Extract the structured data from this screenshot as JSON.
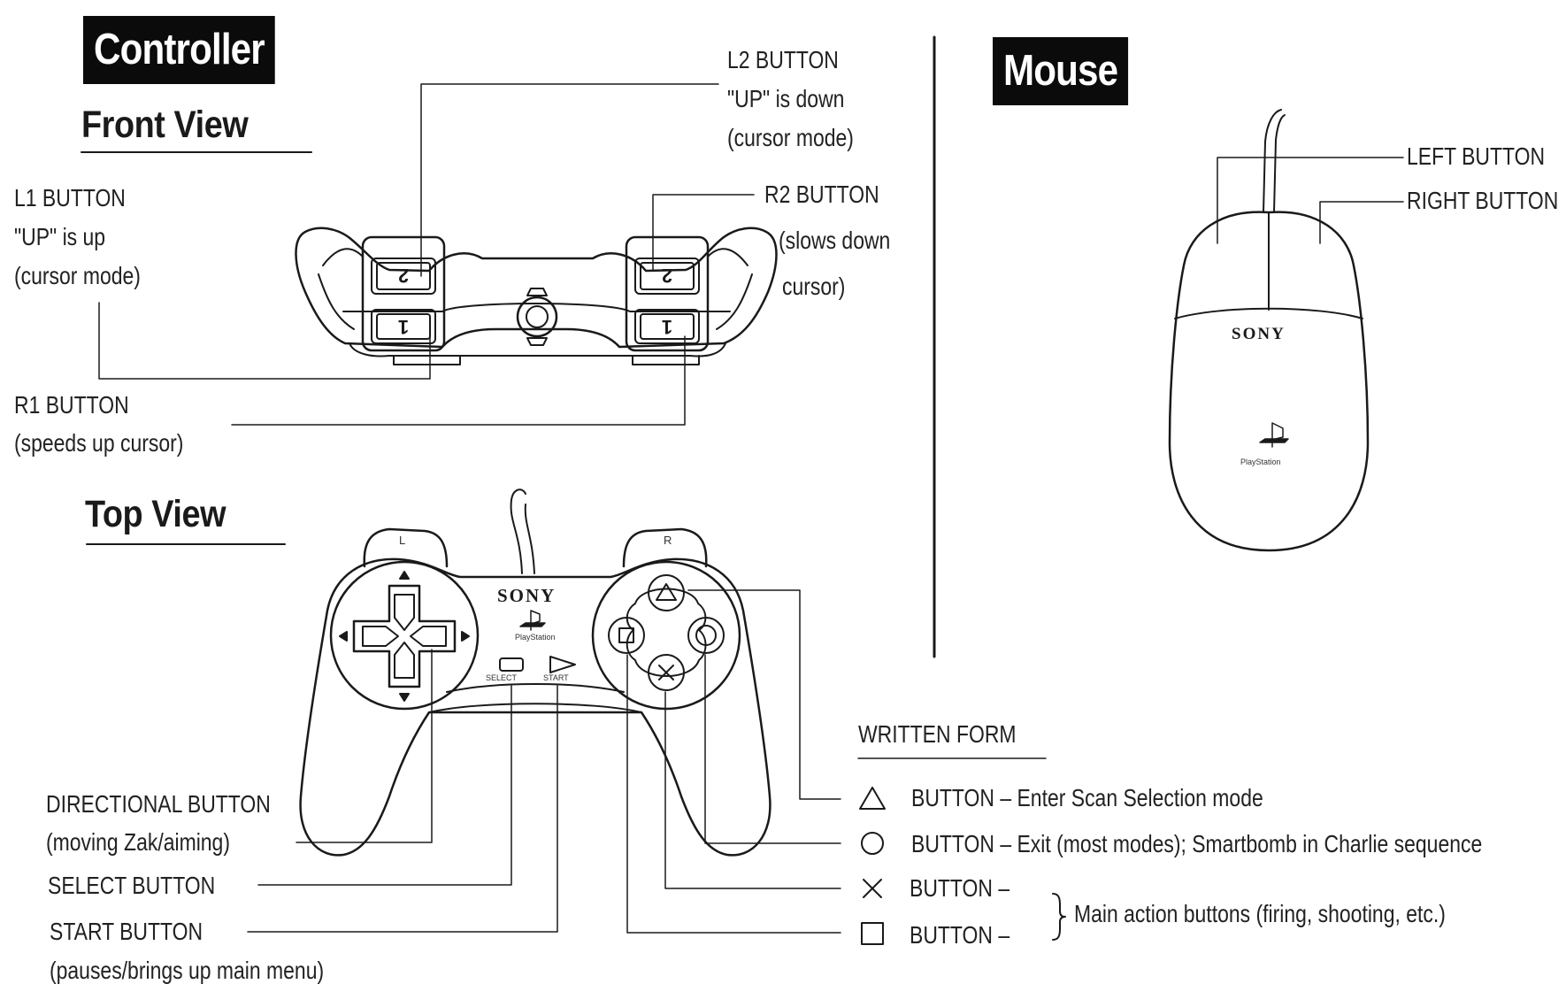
{
  "controller_section": {
    "title": "Controller",
    "front_view": {
      "heading": "Front View",
      "labels": {
        "l2_name": "L2 BUTTON",
        "l2_desc1": "\"UP\" is down",
        "l2_desc2": "(cursor mode)",
        "l1_name": "L1 BUTTON",
        "l1_desc1": "\"UP\" is up",
        "l1_desc2": "(cursor mode)",
        "r2_name": "R2 BUTTON",
        "r2_desc1": "(slows down",
        "r2_desc2": "cursor)",
        "r1_name": "R1 BUTTON",
        "r1_desc": "(speeds up cursor)"
      },
      "shoulder_marks": [
        "2",
        "1",
        "2",
        "1"
      ]
    },
    "top_view": {
      "heading": "Top View",
      "brand": "SONY",
      "logo_text": "PlayStation",
      "shoulder_l": "L",
      "shoulder_r": "R",
      "select_mark": "SELECT",
      "start_mark": "START",
      "labels": {
        "dir_name": "DIRECTIONAL BUTTON",
        "dir_desc": "(moving Zak/aiming)",
        "select_name": "SELECT BUTTON",
        "start_name": "START BUTTON",
        "start_desc": "(pauses/brings up main menu)"
      }
    }
  },
  "mouse_section": {
    "title": "Mouse",
    "brand": "SONY",
    "logo_text": "PlayStation",
    "labels": {
      "left": "LEFT BUTTON",
      "right": "RIGHT BUTTON"
    }
  },
  "written_form": {
    "heading": "WRITTEN FORM",
    "rows": [
      {
        "icon": "triangle-icon",
        "text": "BUTTON – Enter Scan Selection mode"
      },
      {
        "icon": "circle-icon",
        "text": "BUTTON – Exit (most modes); Smartbomb in Charlie sequence"
      },
      {
        "icon": "cross-icon",
        "text": "BUTTON –"
      },
      {
        "icon": "square-icon",
        "text": "BUTTON –"
      }
    ],
    "group_note": "Main action buttons (firing, shooting, etc.)"
  }
}
